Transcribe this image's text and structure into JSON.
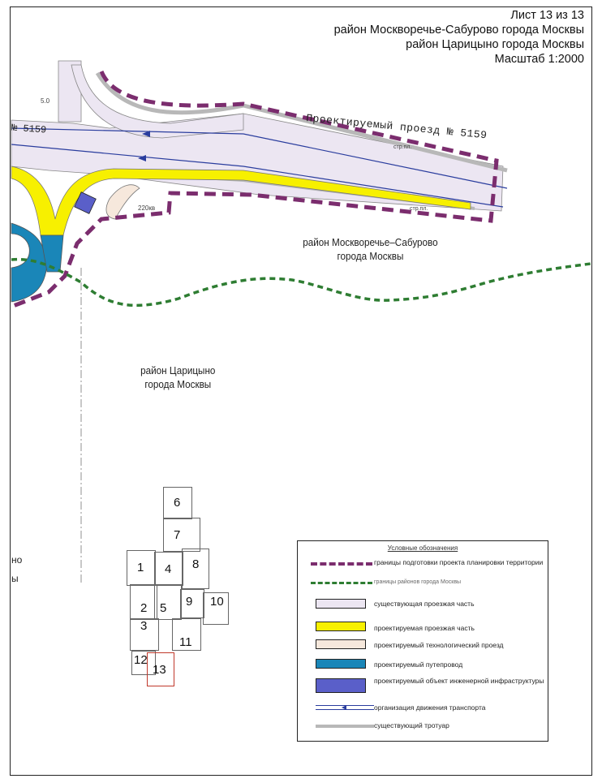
{
  "header": {
    "sheet": "Лист 13 из 13",
    "district_1": "район Москворечье-Сабурово города Москвы",
    "district_2": "район Царицыно города Москвы",
    "scale": "Масштаб 1:2000"
  },
  "map": {
    "road_label": "Проектируемый проезд № 5159",
    "road_label_left": "№ 5159",
    "district_moskvorechye": [
      "район Москворечье–Сабурово",
      "города Москвы"
    ],
    "district_tsaritsyno": [
      "район Царицыно",
      "города Москвы"
    ],
    "cut_text": [
      "но",
      "ы"
    ],
    "small_labels": [
      "5.0",
      "220кв",
      "стр.пл.",
      "стр.пл."
    ]
  },
  "sheet_index": {
    "cells": [
      "6",
      "7",
      "1",
      "4",
      "8",
      "2",
      "5",
      "9",
      "10",
      "3",
      "11",
      "12",
      "13"
    ],
    "current": "13"
  },
  "legend": {
    "title": "Условные обозначения",
    "items": [
      "границы подготовки проекта планировки территории",
      "границы районов города Москвы",
      "существующая проезжая часть",
      "проектируемая проезжая часть",
      "проектируемый технологический проезд",
      "проектируемый путепровод",
      "проектируемый объект инженерной инфраструктуры",
      "организация движения транспорта",
      "существующий тротуар"
    ]
  },
  "colors": {
    "boundary": "#7b2d6e",
    "district_boundary": "#2e7d32",
    "existing_road": "#ece6f2",
    "projected_road": "#f7f000",
    "tech_road": "#f6e8dc",
    "overpass": "#1a86b8",
    "infrastructure": "#5a5fc9",
    "traffic_lines": "#2a3d9e",
    "sidewalk": "#b8b8b8"
  }
}
